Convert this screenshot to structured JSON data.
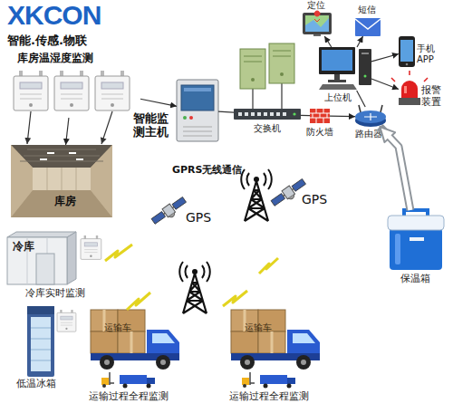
{
  "diagram": {
    "nodes": [
      {
        "text": [
          "库房温湿度监测"
        ]
      },
      {
        "text": [
          "智能监测主机"
        ]
      },
      {
        "text": [
          "定位"
        ]
      },
      {
        "text": [
          "短信"
        ]
      },
      {
        "text": [
          "上位机"
        ]
      },
      {
        "text": [
          "手机 APP"
        ]
      },
      {
        "text": [
          "交换机"
        ]
      },
      {
        "text": [
          "防火墙"
        ]
      },
      {
        "text": [
          "路由器"
        ]
      },
      {
        "text": [
          "报警装置"
        ]
      },
      {
        "text": [
          "库房"
        ]
      },
      {
        "text": [
          "保温箱"
        ]
      },
      {
        "text": [
          "冷库",
          "冷库实时监测"
        ]
      },
      {
        "text": [
          "低温冰箱"
        ]
      },
      {
        "text": [
          "运输车",
          "运输过程全程监测"
        ]
      },
      {
        "text": [
          "运输车",
          "运输过程全程监测"
        ]
      }
    ],
    "edges": [
      {
        "from": 0,
        "to": 10,
        "arrow": "to"
      },
      {
        "from": 0,
        "to": 1,
        "arrow": "to"
      },
      {
        "from": 1,
        "to": 6,
        "arrow": "none"
      },
      {
        "from": 6,
        "to": 7,
        "arrow": "none"
      },
      {
        "from": 7,
        "to": 8,
        "arrow": "to"
      },
      {
        "from": 8,
        "to": 4,
        "arrow": "none"
      },
      {
        "from": 4,
        "to": 2,
        "arrow": "to"
      },
      {
        "from": 4,
        "to": 3,
        "arrow": "to"
      },
      {
        "from": 4,
        "to": 5,
        "arrow": "to"
      },
      {
        "from": 4,
        "to": 9,
        "arrow": "to"
      },
      {
        "from": 11,
        "to": 8,
        "arrow": "to"
      }
    ],
    "labels": [
      "XKCON",
      "智能.传感.物联",
      "GPRS无线通信",
      "GPS",
      "GPS"
    ]
  }
}
